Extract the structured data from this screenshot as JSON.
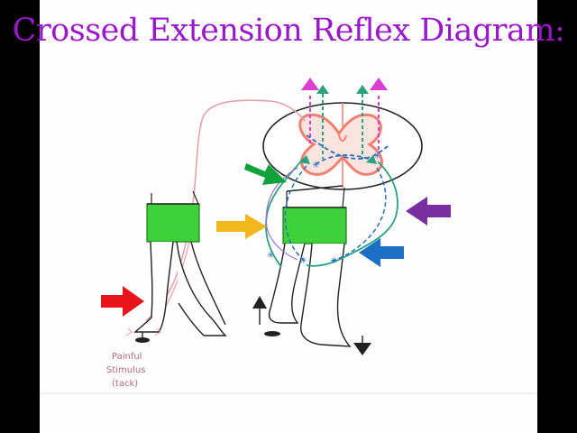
{
  "slide": {
    "title": "Crossed Extension Reflex Diagram:"
  },
  "drawing": {
    "stimulus_caption_line1": "Painful",
    "stimulus_caption_line2": "Stimulus",
    "stimulus_caption_line3": "(tack)"
  },
  "colors": {
    "background": "#000000",
    "paper": "#fefefe",
    "title": "#9b18c9",
    "red_arrow": "#e8141c",
    "yellow_arrow": "#f3b61c",
    "green_arrow": "#12a23c",
    "purple_arrow": "#7a2fa0",
    "blue_arrow": "#1b6fc4",
    "shorts": "#3fd13a",
    "sensory_neuron": "#e8a0a8",
    "interneuron": "#2a6dbf",
    "motor_neuron": "#27a37e",
    "ascending_tract": "#d93fd0"
  },
  "icons": [
    "red-arrow-icon",
    "yellow-arrow-icon",
    "green-arrow-icon",
    "purple-arrow-icon",
    "blue-arrow-icon",
    "tack-icon"
  ]
}
